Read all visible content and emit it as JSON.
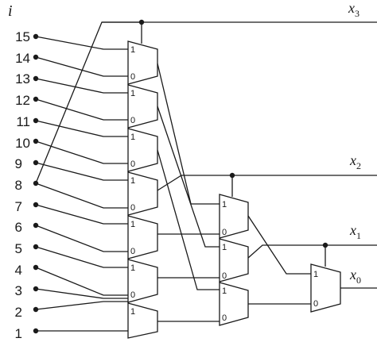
{
  "index_header": "i",
  "inputs": [
    "15",
    "14",
    "13",
    "12",
    "11",
    "10",
    "9",
    "8",
    "7",
    "6",
    "5",
    "4",
    "3",
    "2",
    "1"
  ],
  "outputs": {
    "x3": {
      "base": "x",
      "sub": "3"
    },
    "x2": {
      "base": "x",
      "sub": "2"
    },
    "x1": {
      "base": "x",
      "sub": "1"
    },
    "x0": {
      "base": "x",
      "sub": "0"
    }
  },
  "mux_labels": {
    "one": "1",
    "zero": "0"
  }
}
